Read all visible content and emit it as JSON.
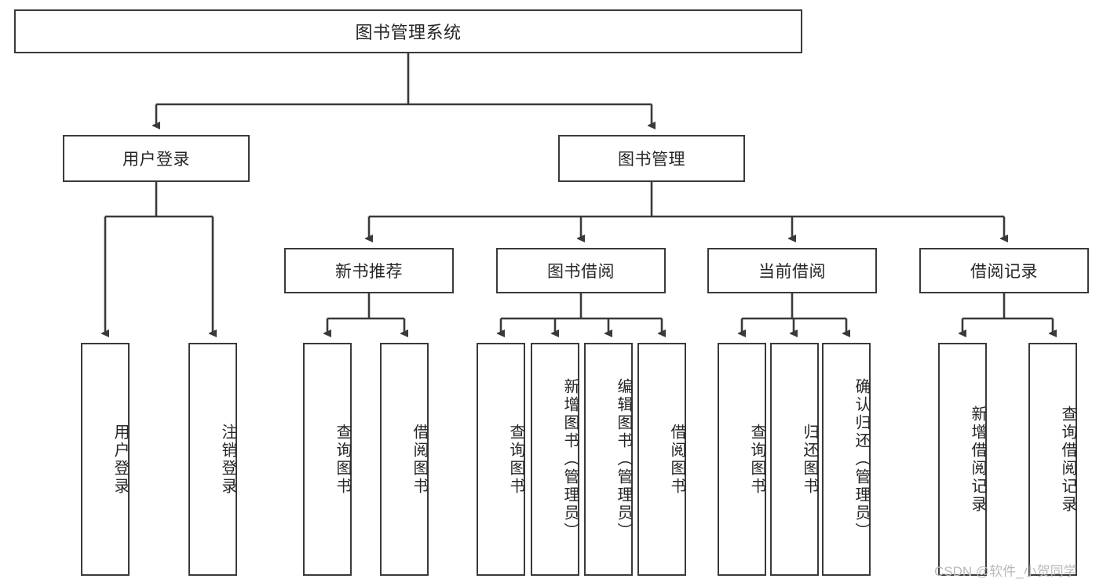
{
  "diagram": {
    "title": "图书管理系统",
    "type": "tree",
    "orientation": "top-down",
    "colors": {
      "background": "#ffffff",
      "box_stroke": "#3a3a3a",
      "box_fill": "#ffffff",
      "edge_stroke": "#3a3a3a",
      "text": "#262626",
      "watermark": "#b9b9b9"
    },
    "nodes": {
      "root": {
        "label": "图书管理系统"
      },
      "level2": [
        {
          "id": "user-login",
          "label": "用户登录"
        },
        {
          "id": "book-manage",
          "label": "图书管理"
        }
      ],
      "level3": [
        {
          "id": "new-book-recommend",
          "label": "新书推荐"
        },
        {
          "id": "book-borrow",
          "label": "图书借阅"
        },
        {
          "id": "current-borrow",
          "label": "当前借阅"
        },
        {
          "id": "borrow-record",
          "label": "借阅记录"
        }
      ],
      "leaves": {
        "user-login": [
          {
            "id": "leaf-user-login",
            "label": "用户登录"
          },
          {
            "id": "leaf-user-logout",
            "label": "注销登录"
          }
        ],
        "new-book-recommend": [
          {
            "id": "leaf-query-book-1",
            "label": "查询图书"
          },
          {
            "id": "leaf-borrow-book-1",
            "label": "借阅图书"
          }
        ],
        "book-borrow": [
          {
            "id": "leaf-query-book-2",
            "label": "查询图书"
          },
          {
            "id": "leaf-add-book",
            "label": "新增图书（管理员）"
          },
          {
            "id": "leaf-edit-book",
            "label": "编辑图书（管理员）"
          },
          {
            "id": "leaf-borrow-book-2",
            "label": "借阅图书"
          }
        ],
        "current-borrow": [
          {
            "id": "leaf-query-book-3",
            "label": "查询图书"
          },
          {
            "id": "leaf-return-book",
            "label": "归还图书"
          },
          {
            "id": "leaf-confirm-return",
            "label": "确认归还（管理员）"
          }
        ],
        "borrow-record": [
          {
            "id": "leaf-add-record",
            "label": "新增借阅记录"
          },
          {
            "id": "leaf-query-record",
            "label": "查询借阅记录"
          }
        ]
      }
    }
  },
  "watermark": {
    "text": "CSDN @软件_小贺同学"
  }
}
